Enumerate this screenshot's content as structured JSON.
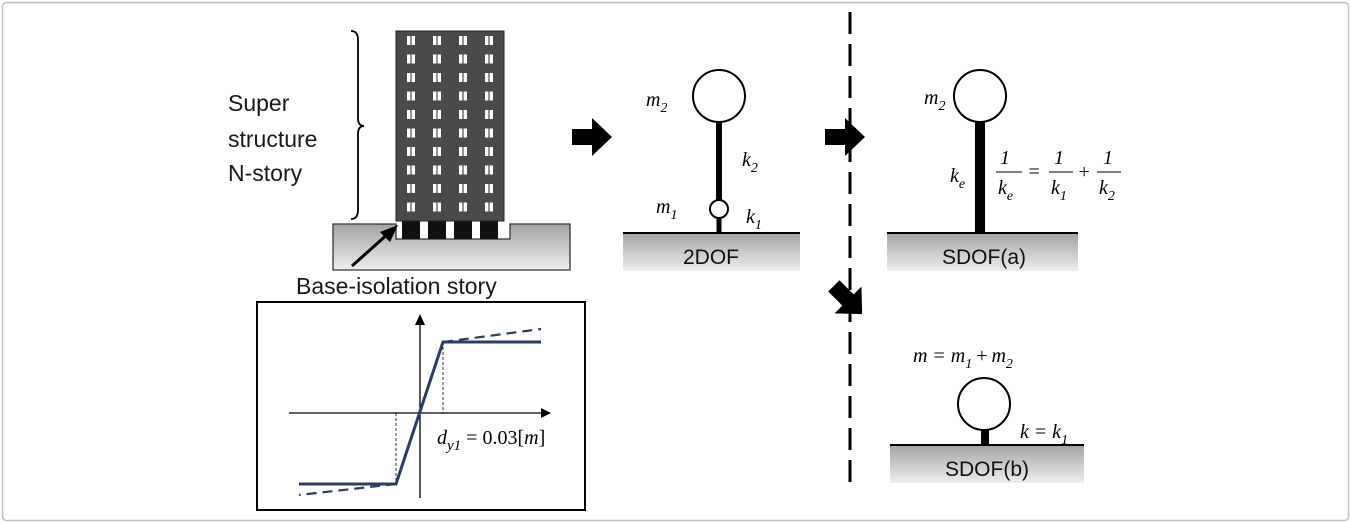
{
  "building": {
    "superstructure_lines": [
      "Super",
      "structure",
      "N-story"
    ],
    "base_isolation_label": "Base-isolation story"
  },
  "hysteresis_plot": {
    "annotation": {
      "var": "d",
      "sub": "y1",
      "rest": " = 0.03[",
      "unit": "m",
      "close": "]"
    },
    "model": "bilinear",
    "dy1_m": 0.03
  },
  "model_2dof": {
    "label": "2DOF",
    "upper_mass": {
      "var": "m",
      "sub": "2"
    },
    "upper_spring": {
      "var": "k",
      "sub": "2"
    },
    "lower_mass": {
      "var": "m",
      "sub": "1"
    },
    "lower_spring": {
      "var": "k",
      "sub": "1"
    }
  },
  "model_sdof_a": {
    "label": "SDOF(a)",
    "mass": {
      "var": "m",
      "sub": "2"
    },
    "spring": {
      "var": "k",
      "sub": "e"
    },
    "eq_ke_var": "k",
    "eq_ke_sub": "e",
    "eq_k1_var": "k",
    "eq_k1_sub": "1",
    "eq_k2_var": "k",
    "eq_k2_sub": "2",
    "eq_one": "1",
    "eq_equals": "=",
    "eq_plus": "+"
  },
  "model_sdof_b": {
    "label": "SDOF(b)",
    "mass_eq": {
      "lhs": "m",
      "equals": "=",
      "a": "m",
      "a_sub": "1",
      "plus": "+",
      "b": "m",
      "b_sub": "2"
    },
    "spring_eq": {
      "lhs": "k",
      "equals": "=",
      "rhs": "k",
      "rhs_sub": "1"
    }
  },
  "colors": {
    "building_fill": "#4a4a4a",
    "window_fill": "#ffffff",
    "ground_top": "#9a9a9a",
    "ground_bottom": "#e8e8e8",
    "curve": "#2b3f5f",
    "frame_border": "#b8b8b8"
  }
}
